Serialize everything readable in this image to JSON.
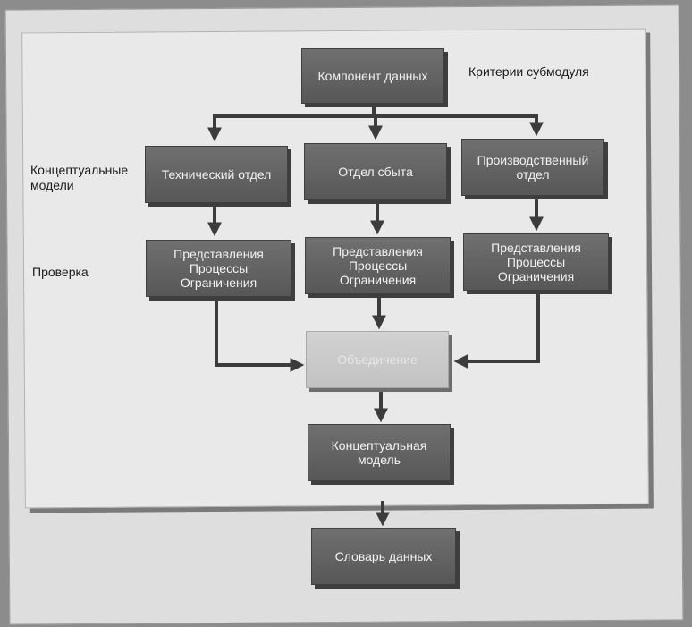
{
  "labels": {
    "submodule_criteria": "Критерии субмодуля",
    "conceptual_models": "Концептуальные\nмодели",
    "verification": "Проверка"
  },
  "boxes": {
    "data_component": "Компонент данных",
    "technical_dept": "Технический отдел",
    "sales_dept": "Отдел сбыта",
    "production_dept": "Производственный\nотдел",
    "review_left": "Представления\nПроцессы\nОграничения",
    "review_center": "Представления\nПроцессы\nОграничения",
    "review_right": "Представления\nПроцессы\nОграничения",
    "merge": "Объединение",
    "conceptual_model": "Концептуальная\nмодель",
    "data_dictionary": "Словарь данных"
  },
  "colors": {
    "box_dark": "#616161",
    "box_light": "#c8c8c8",
    "arrow": "#3c3c3c"
  }
}
